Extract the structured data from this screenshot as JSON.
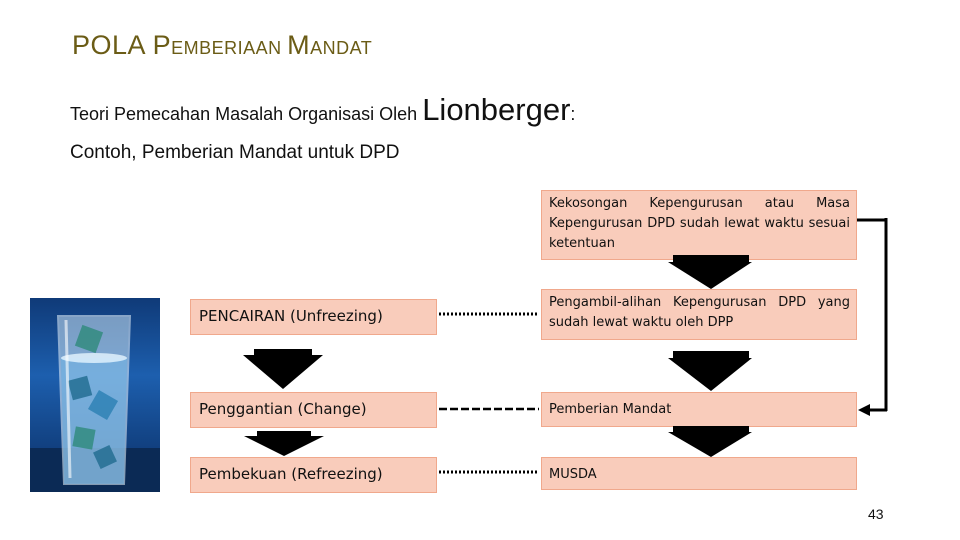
{
  "slide": {
    "title_p": "P",
    "title_ola": "OLA ",
    "title_p2": "P",
    "title_emberiaan": "EMBERIAAN ",
    "title_m": "M",
    "title_andat": "ANDAT",
    "subtitle_prefix": "Teori Pemecahan Masalah Organisasi Oleh ",
    "subtitle_name": "Lionberger",
    "subtitle_colon": ":",
    "example": "Contoh, Pemberian Mandat untuk DPD",
    "page_number": "43"
  },
  "left_steps": [
    {
      "label": "PENCAIRAN (Unfreezing)"
    },
    {
      "label": "Penggantian (Change)"
    },
    {
      "label": "Pembekuan (Refreezing)"
    }
  ],
  "right_steps": [
    {
      "label": "Kekosongan Kepengurusan atau Masa Kepengurusan DPD sudah lewat waktu sesuai ketentuan"
    },
    {
      "label": "Pengambil-alihan Kepengurusan DPD yang sudah lewat waktu oleh DPP"
    },
    {
      "label": "Pemberian Mandat"
    },
    {
      "label": "MUSDA"
    }
  ],
  "colors": {
    "title": "#6b5c16",
    "box_fill": "#f9ccbb",
    "box_border": "#f0a88c",
    "arrow": "#000000"
  },
  "icons": {
    "photo": "glass-of-ice-water-image"
  }
}
